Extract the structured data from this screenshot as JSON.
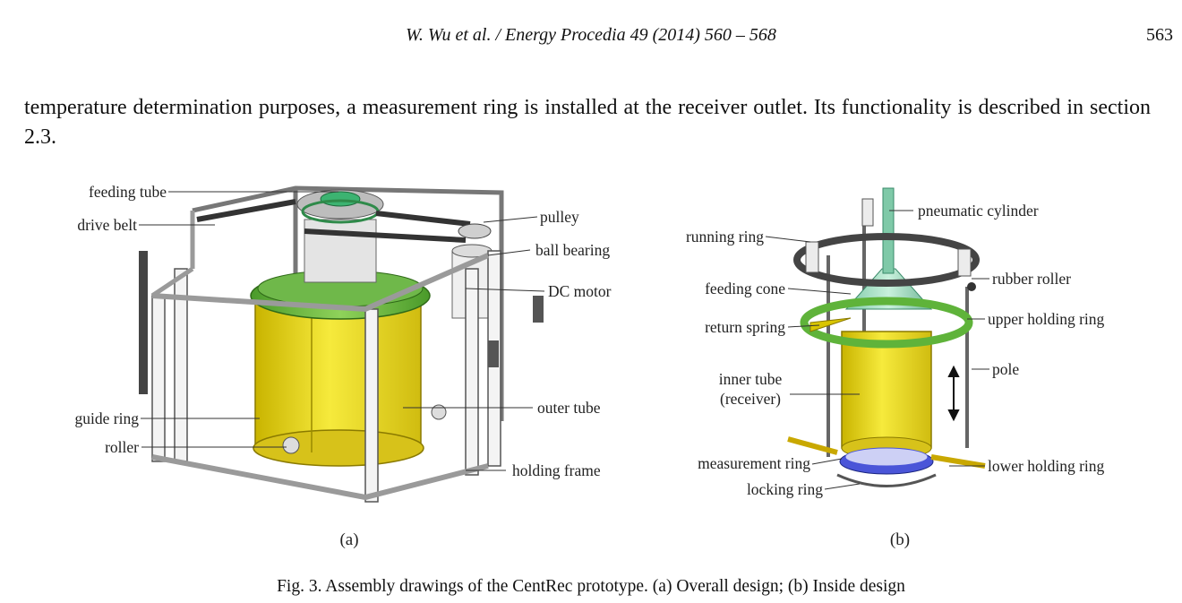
{
  "header": {
    "running_head": "W. Wu et al. / Energy Procedia 49 (2014) 560 – 568",
    "page_number": "563"
  },
  "body": {
    "paragraph": "temperature determination purposes, a measurement ring is installed at the receiver outlet. Its functionality is described in section 2.3."
  },
  "figure": {
    "panel_a": {
      "sublabel": "(a)",
      "labels": {
        "feeding_tube": "feeding tube",
        "drive_belt": "drive belt",
        "pulley": "pulley",
        "ball_bearing": "ball bearing",
        "dc_motor": "DC motor",
        "outer_tube": "outer tube",
        "guide_ring": "guide ring",
        "roller": "roller",
        "holding_frame": "holding frame"
      }
    },
    "panel_b": {
      "sublabel": "(b)",
      "labels": {
        "pneumatic_cylinder": "pneumatic cylinder",
        "running_ring": "running ring",
        "rubber_roller": "rubber roller",
        "feeding_cone": "feeding cone",
        "upper_holding_ring": "upper holding ring",
        "return_spring": "return spring",
        "pole": "pole",
        "inner_tube_1": "inner tube",
        "inner_tube_2": "(receiver)",
        "measurement_ring": "measurement ring",
        "lower_holding_ring": "lower holding ring",
        "locking_ring": "locking ring"
      }
    },
    "caption": "Fig. 3. Assembly drawings of the CentRec prototype. (a) Overall design; (b) Inside design"
  }
}
